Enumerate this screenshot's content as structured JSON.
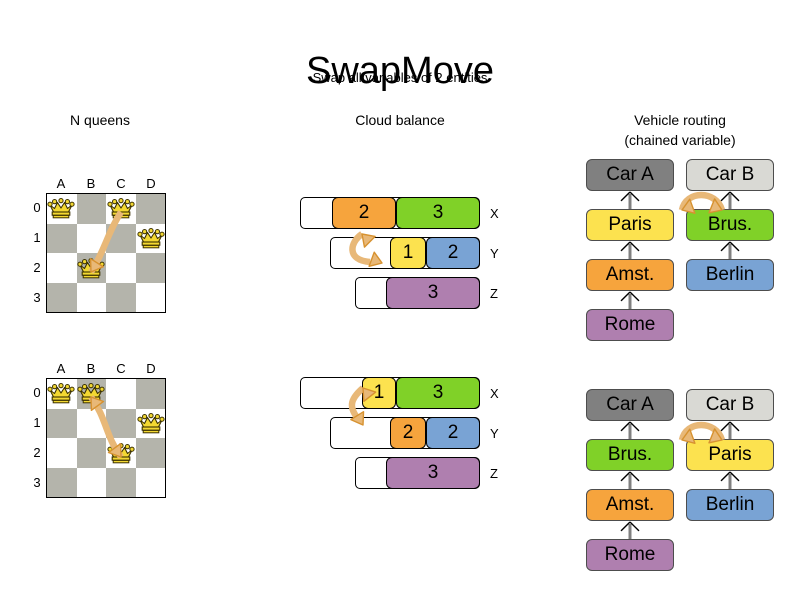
{
  "title": "SwapMove",
  "subtitle": "Swap all variables of 2 entities",
  "sections": {
    "nqueens": {
      "header": "N queens"
    },
    "cloud": {
      "header": "Cloud balance"
    },
    "vehicle": {
      "header_line1": "Vehicle routing",
      "header_line2": "(chained variable)"
    }
  },
  "nqueens": {
    "columns": [
      "A",
      "B",
      "C",
      "D"
    ],
    "rows": [
      "0",
      "1",
      "2",
      "3"
    ],
    "before": {
      "queens": [
        {
          "col": 0,
          "row": 0
        },
        {
          "col": 2,
          "row": 0
        },
        {
          "col": 3,
          "row": 1
        },
        {
          "col": 1,
          "row": 2
        }
      ],
      "move": {
        "from_col": 2,
        "from_row": 0,
        "to_col": 1,
        "to_row": 2
      }
    },
    "after": {
      "queens": [
        {
          "col": 0,
          "row": 0
        },
        {
          "col": 1,
          "row": 0
        },
        {
          "col": 3,
          "row": 1
        },
        {
          "col": 2,
          "row": 2
        }
      ],
      "move": {
        "from_col": 1,
        "from_row": 0,
        "to_col": 2,
        "to_row": 2
      }
    }
  },
  "cloud_balance": {
    "before": [
      {
        "label": "X",
        "segments": [
          {
            "value": "2",
            "color": "#f6a43d"
          },
          {
            "value": "3",
            "color": "#80d128"
          }
        ]
      },
      {
        "label": "Y",
        "segments": [
          {
            "value": "1",
            "color": "#fce24f"
          },
          {
            "value": "2",
            "color": "#79a3d4"
          }
        ]
      },
      {
        "label": "Z",
        "segments": [
          {
            "value": "3",
            "color": "#af7faf"
          }
        ]
      }
    ],
    "after": [
      {
        "label": "X",
        "segments": [
          {
            "value": "1",
            "color": "#fce24f"
          },
          {
            "value": "3",
            "color": "#80d128"
          }
        ]
      },
      {
        "label": "Y",
        "segments": [
          {
            "value": "2",
            "color": "#f6a43d"
          },
          {
            "value": "2",
            "color": "#79a3d4"
          }
        ]
      },
      {
        "label": "Z",
        "segments": [
          {
            "value": "3",
            "color": "#af7faf"
          }
        ]
      }
    ]
  },
  "vehicle_routing": {
    "before": {
      "left_chain": [
        {
          "name": "Car A",
          "color": "#808080"
        },
        {
          "name": "Paris",
          "color": "#fce24f"
        },
        {
          "name": "Amst.",
          "color": "#f6a43d"
        },
        {
          "name": "Rome",
          "color": "#af7faf"
        }
      ],
      "right_chain": [
        {
          "name": "Car B",
          "color": "#d9d9d4"
        },
        {
          "name": "Brus.",
          "color": "#80d128"
        },
        {
          "name": "Berlin",
          "color": "#79a3d4"
        }
      ]
    },
    "after": {
      "left_chain": [
        {
          "name": "Car A",
          "color": "#808080"
        },
        {
          "name": "Brus.",
          "color": "#80d128"
        },
        {
          "name": "Amst.",
          "color": "#f6a43d"
        },
        {
          "name": "Rome",
          "color": "#af7faf"
        }
      ],
      "right_chain": [
        {
          "name": "Car B",
          "color": "#d9d9d4"
        },
        {
          "name": "Paris",
          "color": "#fce24f"
        },
        {
          "name": "Berlin",
          "color": "#79a3d4"
        }
      ]
    }
  },
  "colors": {
    "move_arrow": "#e8b878",
    "move_arrow_stroke": "#d79230",
    "board_dark": "#b4b4ab",
    "board_light": "#ffffff",
    "chain_arrow": "#808080"
  }
}
